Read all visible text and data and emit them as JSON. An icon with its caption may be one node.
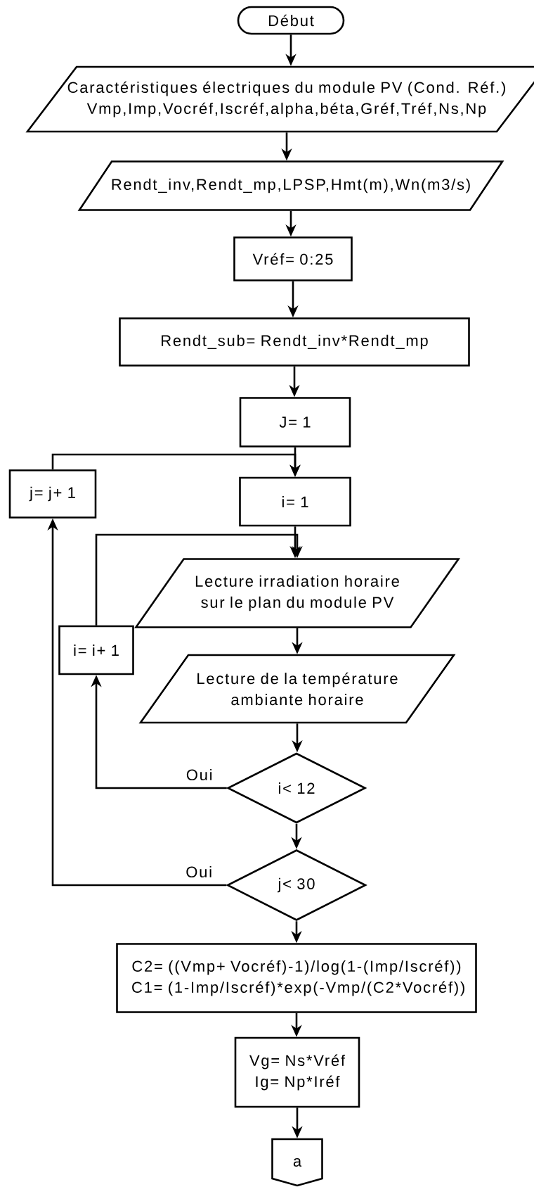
{
  "diagram": {
    "nodes": [
      {
        "text": [
          "Début"
        ]
      },
      {
        "text": [
          "Caractéristiques électriques du module PV (Cond. Réf.) Vmp,Imp,Vocréf,Iscréf,alpha,béta,Gréf,Tréf,Ns,Np"
        ]
      },
      {
        "text": [
          "Rendt_inv,Rendt_mp,LPSP,Hmt(m),Wn(m3/s)"
        ]
      },
      {
        "text": [
          "Vréf= 0:25"
        ]
      },
      {
        "text": [
          "Rendt_sub= Rendt_inv*Rendt_mp"
        ]
      },
      {
        "text": [
          "J= 1"
        ]
      },
      {
        "text": [
          "j= j+ 1"
        ]
      },
      {
        "text": [
          "i= 1"
        ]
      },
      {
        "text": [
          "Lecture irradiation horaire sur le plan du module PV"
        ]
      },
      {
        "text": [
          "i= i+ 1"
        ]
      },
      {
        "text": [
          "Lecture de la température ambiante horaire"
        ]
      },
      {
        "text": [
          "i< 12"
        ]
      },
      {
        "text": [
          "j< 30"
        ]
      },
      {
        "text": [
          "C2= ((Vmp+ Vocréf)-1)/log(1-(Imp/Iscréf)) C1= (1-Imp/Iscréf)*exp(-Vmp/(C2*Vocréf))"
        ]
      },
      {
        "text": [
          "Vg= Ns*Vréf Ig= Np*Iréf"
        ]
      },
      {
        "text": [
          "a"
        ]
      }
    ],
    "edges": [
      {
        "from": 0,
        "to": 1,
        "arrow": "to"
      },
      {
        "from": 1,
        "to": 2,
        "arrow": "to"
      },
      {
        "from": 2,
        "to": 3,
        "arrow": "to"
      },
      {
        "from": 3,
        "to": 4,
        "arrow": "to"
      },
      {
        "from": 4,
        "to": 5,
        "arrow": "to"
      },
      {
        "from": 5,
        "to": 7,
        "arrow": "to"
      },
      {
        "from": 6,
        "to": 7,
        "arrow": "to"
      },
      {
        "from": 7,
        "to": 8,
        "arrow": "to"
      },
      {
        "from": 9,
        "to": 8,
        "arrow": "to"
      },
      {
        "from": 8,
        "to": 10,
        "arrow": "to"
      },
      {
        "from": 10,
        "to": 11,
        "arrow": "to"
      },
      {
        "from": 11,
        "to": 9,
        "arrow": "to",
        "label": "Oui"
      },
      {
        "from": 11,
        "to": 12,
        "arrow": "to"
      },
      {
        "from": 12,
        "to": 6,
        "arrow": "to",
        "label": "Oui"
      },
      {
        "from": 12,
        "to": 13,
        "arrow": "to"
      },
      {
        "from": 13,
        "to": 14,
        "arrow": "to"
      },
      {
        "from": 14,
        "to": 15,
        "arrow": "to"
      }
    ]
  }
}
